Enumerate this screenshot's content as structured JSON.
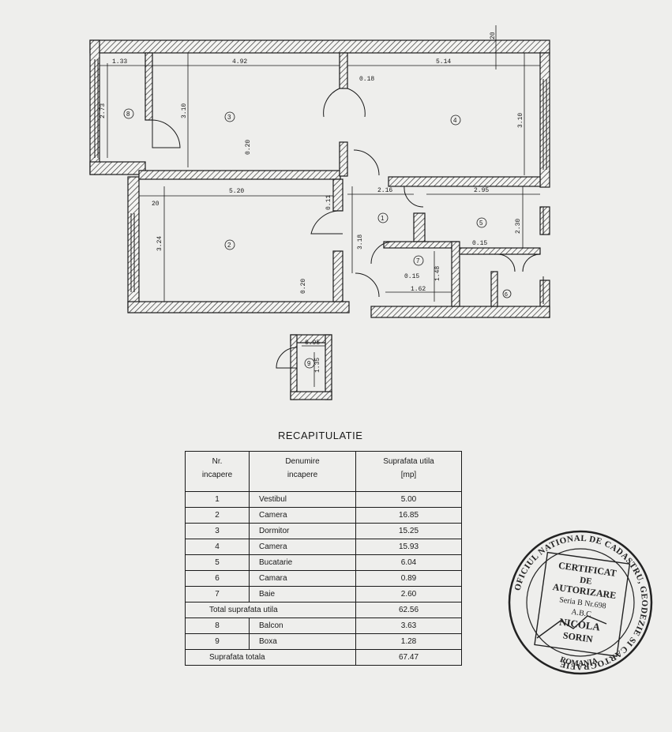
{
  "plan": {
    "top_dims": [
      "1.33",
      "4.92",
      "5.14"
    ],
    "wall_dims": [
      "20",
      "0.18",
      "0.20",
      "0.20",
      "0.11",
      "0.15",
      "0.15",
      "20"
    ],
    "room_dims": [
      "2.73",
      "3.10",
      "3.10",
      "5.20",
      "3.24",
      "3.18",
      "2.16",
      "2.95",
      "2.30",
      "1.48",
      "1.62",
      "0.95",
      "1.35"
    ],
    "room_numbers": [
      "1",
      "2",
      "3",
      "4",
      "5",
      "6",
      "7",
      "8",
      "9"
    ]
  },
  "recap": {
    "title": "RECAPITULATIE",
    "headers": {
      "nr": [
        "Nr.",
        "incapere"
      ],
      "name": [
        "Denumire",
        "incapere"
      ],
      "area": [
        "Suprafata utila",
        "[mp]"
      ]
    },
    "rows": [
      {
        "nr": "1",
        "name": "Vestibul",
        "area": "5.00"
      },
      {
        "nr": "2",
        "name": "Camera",
        "area": "16.85"
      },
      {
        "nr": "3",
        "name": "Dormitor",
        "area": "15.25"
      },
      {
        "nr": "4",
        "name": "Camera",
        "area": "15.93"
      },
      {
        "nr": "5",
        "name": "Bucatarie",
        "area": "6.04"
      },
      {
        "nr": "6",
        "name": "Camara",
        "area": "0.89"
      },
      {
        "nr": "7",
        "name": "Baie",
        "area": "2.60"
      }
    ],
    "total_useful_label": "Total suprafata utila",
    "total_useful_value": "62.56",
    "extra_rows": [
      {
        "nr": "8",
        "name": "Balcon",
        "area": "3.63"
      },
      {
        "nr": "9",
        "name": "Boxa",
        "area": "1.28"
      }
    ],
    "total_label": "Suprafata totala",
    "total_value": "67.47"
  },
  "stamp": {
    "ring_text": "OFICIUL NATIONAL DE CADASTRU, GEODEZIE SI CARTOGRAFIE",
    "country": "ROMANIA",
    "lines": [
      "CERTIFICAT",
      "DE",
      "AUTORIZARE",
      "Seria B Nr.698",
      "A.B.C",
      "NICOLA",
      "SORIN"
    ]
  }
}
